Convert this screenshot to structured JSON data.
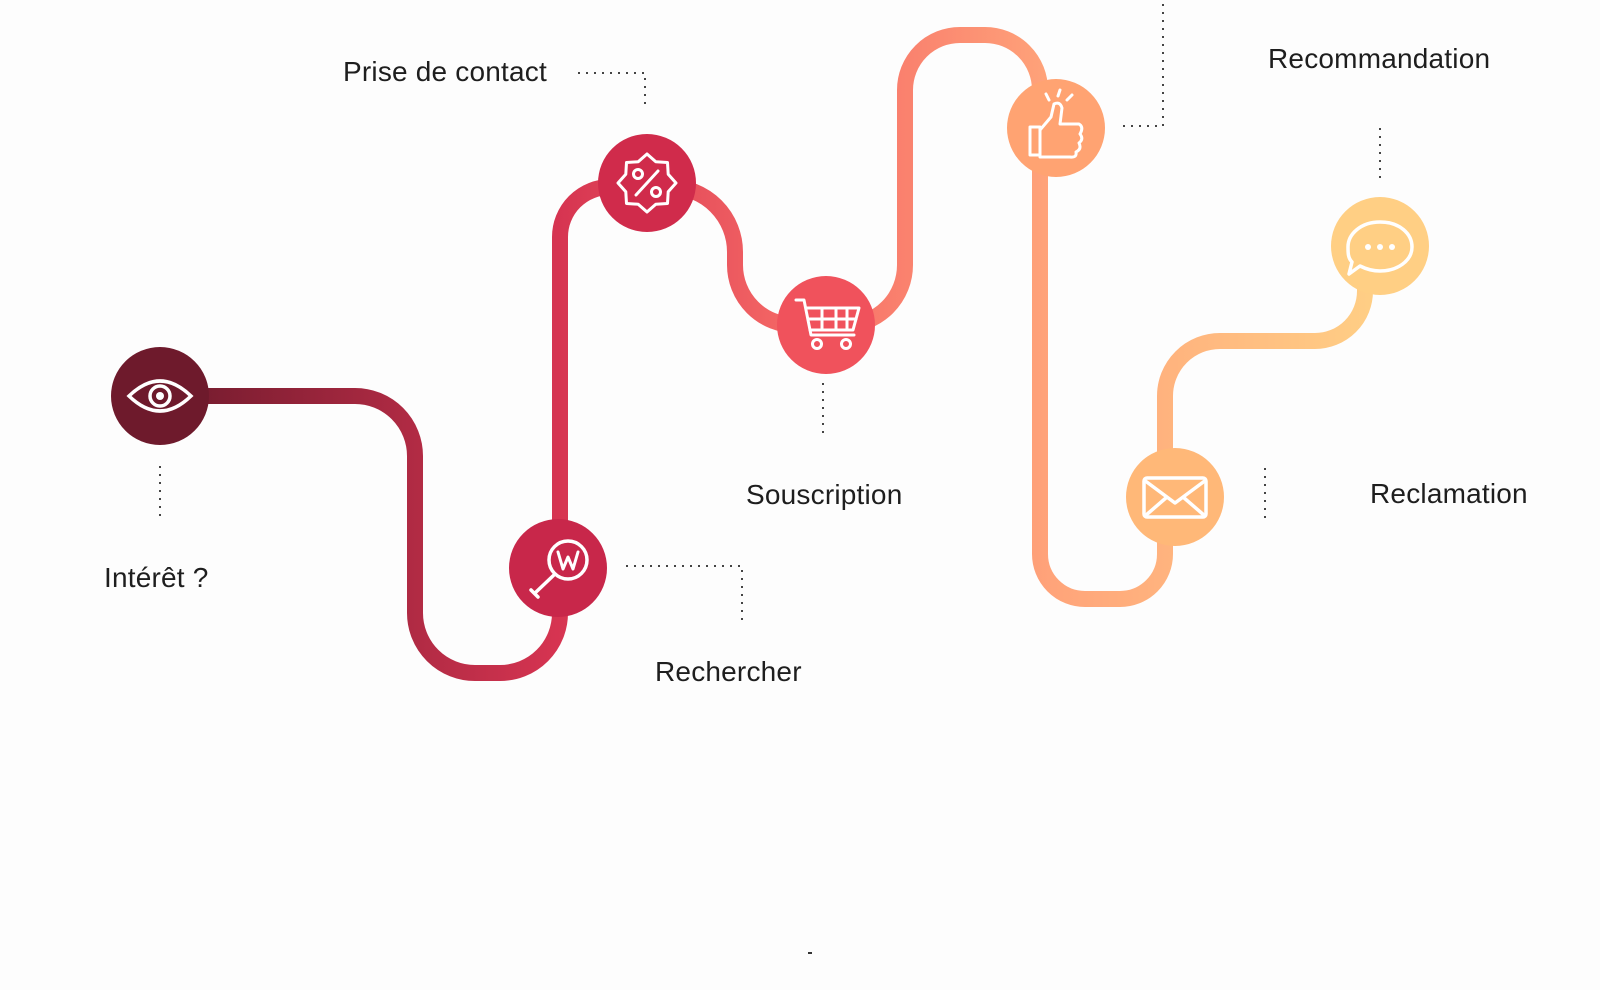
{
  "steps": [
    {
      "id": "interet",
      "label": "Intérêt ?",
      "icon": "eye-icon",
      "color": "#6e1a2c"
    },
    {
      "id": "rechercher",
      "label": "Rechercher",
      "icon": "search-web-icon",
      "color": "#c8274a"
    },
    {
      "id": "prise",
      "label": "Prise de contact",
      "icon": "discount-badge-icon",
      "color": "#d02b4b"
    },
    {
      "id": "souscription",
      "label": "Souscription",
      "icon": "shopping-cart-icon",
      "color": "#f0525c"
    },
    {
      "id": "recommandation_icon",
      "label": "",
      "icon": "thumbs-up-icon",
      "color": "#ffa372"
    },
    {
      "id": "reclamation",
      "label": "Reclamation",
      "icon": "envelope-icon",
      "color": "#ffb878"
    },
    {
      "id": "recommandation",
      "label": "Recommandation",
      "icon": "chat-bubble-icon",
      "color": "#ffcf84"
    }
  ],
  "colors": {
    "path_start": "#6e1a2c",
    "path_red": "#d63451",
    "path_coral": "#f66a66",
    "path_orange": "#ffa47a",
    "path_end": "#ffd286",
    "connector": "#444444",
    "text": "#1e1e1e",
    "background": "#fdfdfd"
  }
}
